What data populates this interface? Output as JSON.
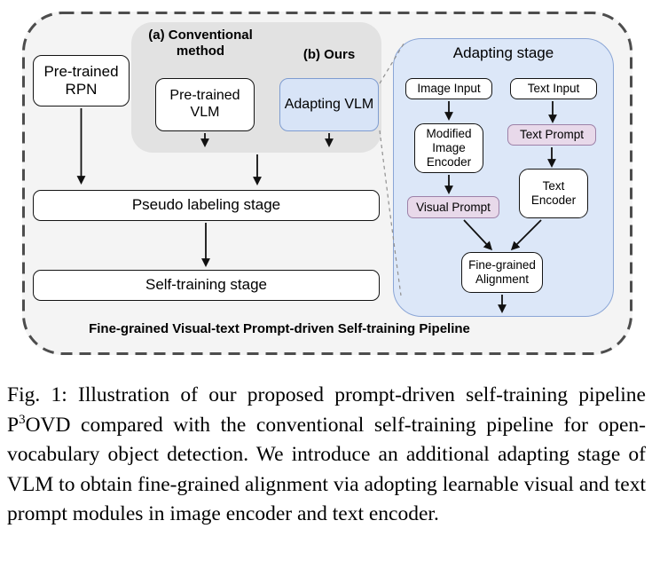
{
  "figure": {
    "group_labels": {
      "method_a": "(a) Conventional method",
      "method_b": "(b) Ours"
    },
    "nodes": {
      "pretrained_rpn": "Pre-trained RPN",
      "pretrained_vlm": "Pre-trained VLM",
      "adapting_vlm": "Adapting VLM",
      "pseudo_labeling_stage": "Pseudo labeling stage",
      "self_training_stage": "Self-training stage"
    },
    "adapting_stage": {
      "title": "Adapting stage",
      "image_input": "Image Input",
      "text_input": "Text Input",
      "modified_image_encoder": "Modified Image Encoder",
      "text_prompt": "Text Prompt",
      "text_encoder": "Text Encoder",
      "visual_prompt": "Visual Prompt",
      "fine_grained_alignment": "Fine-grained Alignment"
    },
    "pipeline_label": "Fine-grained Visual-text Prompt-driven Self-training Pipeline",
    "colors": {
      "figure_background": "#f4f4f4",
      "dashed_border": "#4d4d4d",
      "method_region": "#e2e2e2",
      "panel_fill": "#dce7f8",
      "panel_border": "#8ba6d6",
      "blue_node_fill": "#d8e4f7",
      "blue_node_border": "#7e9cd0",
      "pink_node_fill": "#e8d9ea",
      "pink_node_border": "#9d81a8"
    }
  },
  "caption": {
    "part1": "Fig. 1: Illustration of our proposed prompt-driven self-training pipeline P",
    "superscript": "3",
    "part2": "OVD compared with the conventional self-training pipeline for open-vocabulary object detection. We introduce an additional adapting stage of VLM to obtain fine-grained alignment via adopting learnable visual and text prompt modules in image encoder and text encoder."
  }
}
